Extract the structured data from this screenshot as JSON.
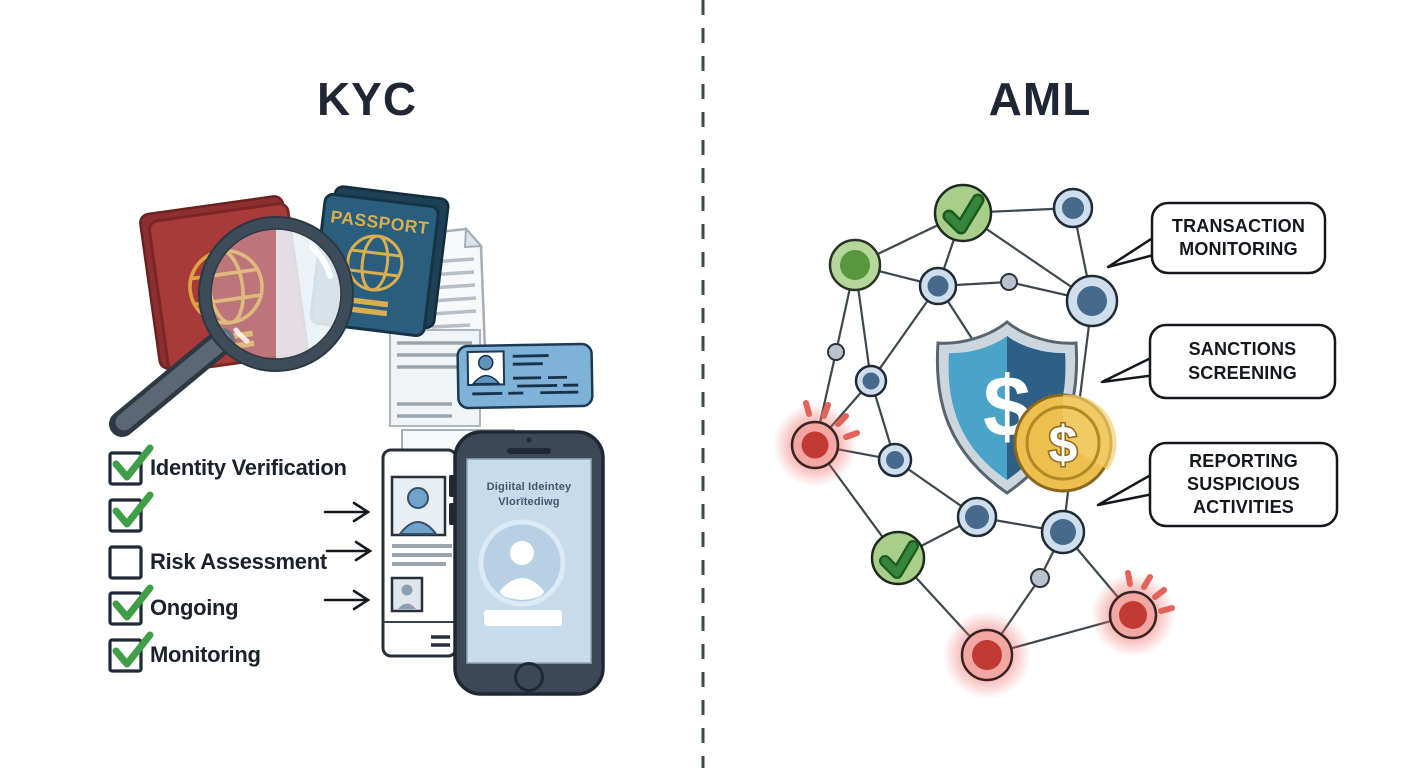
{
  "left": {
    "title": "KYC",
    "passport_label": "PASSPORT",
    "checklist": [
      {
        "label": "Identity Verification",
        "checked": true
      },
      {
        "label": "",
        "checked": true
      },
      {
        "label": "Risk Assessment",
        "checked": false
      },
      {
        "label": "Ongoing",
        "checked": true
      },
      {
        "label": "Monitoring",
        "checked": true
      }
    ],
    "phone_screen_text": "Digiital Ideintey\nVlorïtediwg"
  },
  "right": {
    "title": "AML",
    "callouts": [
      {
        "text": "TRANSACTION\nMONITORING"
      },
      {
        "text": "SANCTIONS\nSCREENING"
      },
      {
        "text": "REPORTING\nSUSPICIOUS\nACTIVITIES"
      }
    ],
    "shield_symbol": "$",
    "coin_symbol": "$"
  },
  "colors": {
    "check_green": "#3f9e46",
    "node_green": "#8fbf63",
    "node_blue": "#47698c",
    "alert_red": "#c23b32",
    "shield_left": "#4ba3c7",
    "shield_right": "#2e5f86",
    "coin_gold": "#ecbf4e",
    "passport_red": "#a93a3a",
    "passport_blue": "#2a5e7e",
    "title_navy": "#1e2733"
  }
}
